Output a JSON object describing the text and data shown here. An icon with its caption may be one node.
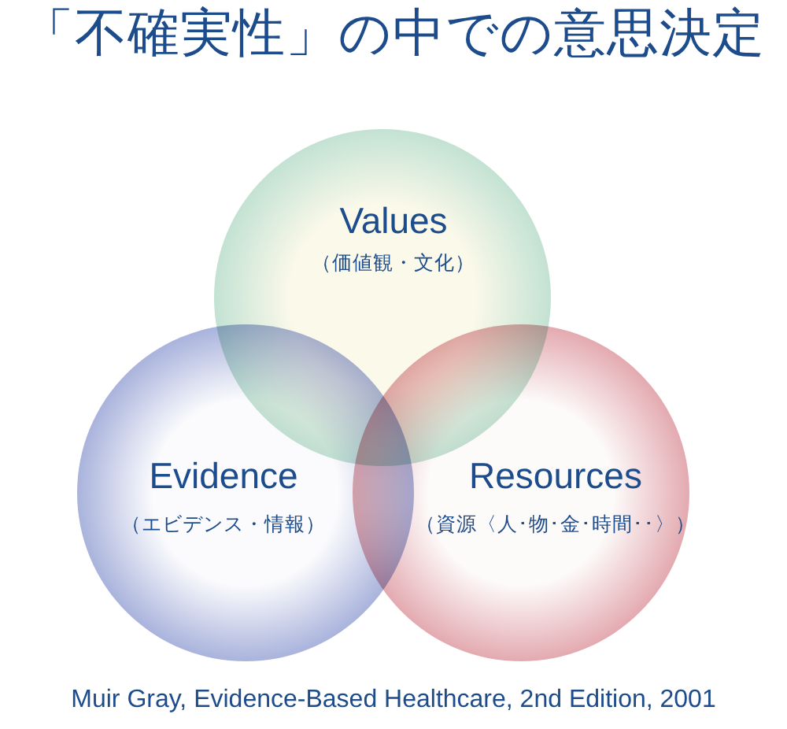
{
  "diagram": {
    "title": "「不確実性」の中での意思決定",
    "nodes": [
      {
        "text": [
          "Values",
          "（価値観・文化）"
        ]
      },
      {
        "text": [
          "Evidence",
          "（エビデンス・情報）"
        ]
      },
      {
        "text": [
          "Resources",
          "（資源〈人･物･金･時間･･〉）"
        ]
      }
    ],
    "caption": "Muir Gray, Evidence-Based Healthcare, 2nd Edition, 2001"
  }
}
